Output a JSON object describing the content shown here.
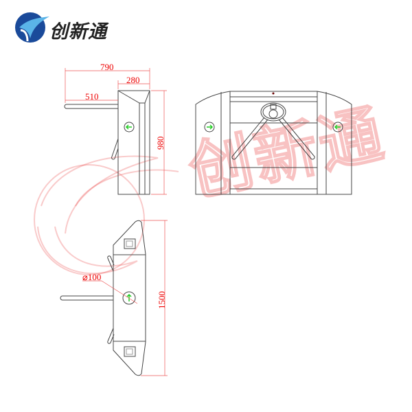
{
  "brand": {
    "name": "创新通",
    "watermark": "创新通"
  },
  "side_view": {
    "width_total": "790",
    "width_body": "280",
    "arm_length": "510",
    "height": "980"
  },
  "top_view": {
    "length": "1500",
    "indicator_diameter": "⌀100"
  },
  "colors": {
    "dimension": "#ee0000",
    "arrow": "#22cc22",
    "line": "#444444",
    "logo_blue": "#1a4a9a",
    "logo_light": "#5ab4e8"
  }
}
